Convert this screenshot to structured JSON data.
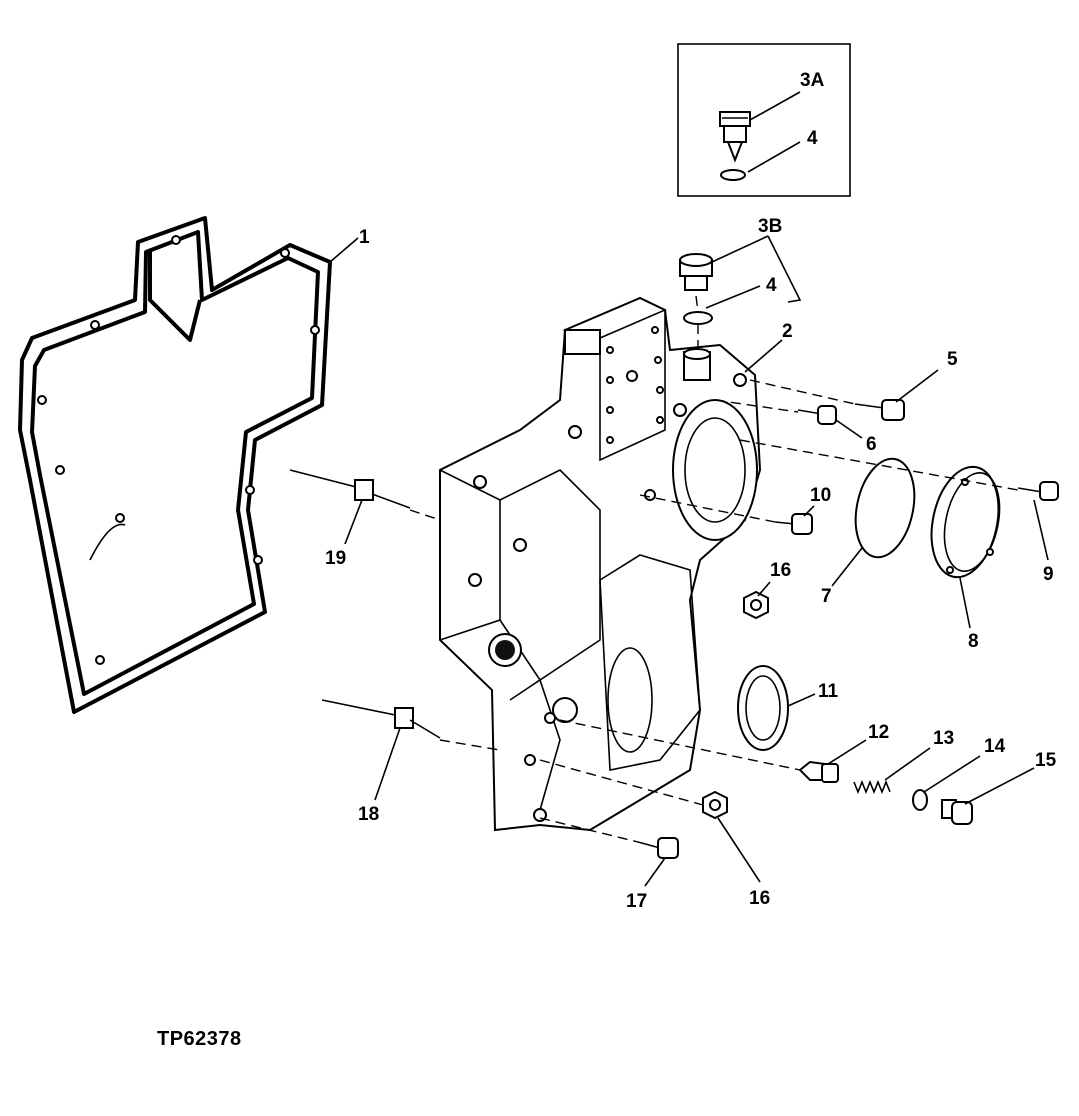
{
  "figure_id": "TP62378",
  "callouts": {
    "c1": "1",
    "c2": "2",
    "c3a": "3A",
    "c3b": "3B",
    "c4a": "4",
    "c4b": "4",
    "c5": "5",
    "c6": "6",
    "c7": "7",
    "c8": "8",
    "c9": "9",
    "c10": "10",
    "c11": "11",
    "c12": "12",
    "c13": "13",
    "c14": "14",
    "c15": "15",
    "c16a": "16",
    "c16b": "16",
    "c17": "17",
    "c18": "18",
    "c19": "19"
  }
}
